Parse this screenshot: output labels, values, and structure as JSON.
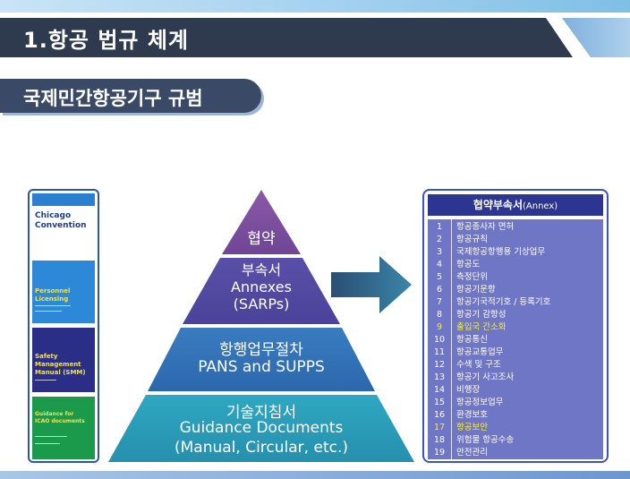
{
  "title": "1.항공 법규 체계",
  "subtitle": "국제민간항공기구 규범",
  "books": [
    {
      "title": "Chicago\nConvention",
      "color": "#2a7fcf",
      "top_color": "#1f66b0"
    },
    {
      "title": "Personnel Licensing",
      "color": "#2e88d8",
      "top_color": "#1f6dc0"
    },
    {
      "title": "Safety Management\nManual (SMM)",
      "color": "#2b2e86",
      "top_color": "#1d2070"
    },
    {
      "title": "Guidance for\nICAO documents",
      "color": "#1a9a4a",
      "top_color": "#137b3a"
    }
  ],
  "pyramid": {
    "level1": "협약",
    "level2_line1": "부속서",
    "level2_line2": "Annexes",
    "level2_line3": "(SARPs)",
    "level3_line1": "항행업무절차",
    "level3_line2": "PANS and SUPPS",
    "level4_line1": "기술지침서",
    "level4_line2": "Guidance Documents",
    "level4_line3": "(Manual, Circular, etc.)"
  },
  "annex": {
    "header_main": "협약부속서",
    "header_sub": "(Annex)",
    "items": [
      {
        "num": "1",
        "name": "항공종사자 면허",
        "highlight": false
      },
      {
        "num": "2",
        "name": "항공규칙",
        "highlight": false
      },
      {
        "num": "3",
        "name": "국제항공항행용 기상업무",
        "highlight": false
      },
      {
        "num": "4",
        "name": "항공도",
        "highlight": false
      },
      {
        "num": "5",
        "name": "측정단위",
        "highlight": false
      },
      {
        "num": "6",
        "name": "항공기운항",
        "highlight": false
      },
      {
        "num": "7",
        "name": "항공기국적기호 / 등록기호",
        "highlight": false
      },
      {
        "num": "8",
        "name": "항공기 감항성",
        "highlight": false
      },
      {
        "num": "9",
        "name": "출입국 간소화",
        "highlight": true
      },
      {
        "num": "10",
        "name": "항공통신",
        "highlight": false
      },
      {
        "num": "11",
        "name": "항공교통업무",
        "highlight": false
      },
      {
        "num": "12",
        "name": "수색 및 구조",
        "highlight": false
      },
      {
        "num": "13",
        "name": "항공기 사고조사",
        "highlight": false
      },
      {
        "num": "14",
        "name": "비행장",
        "highlight": false
      },
      {
        "num": "15",
        "name": "항공정보업무",
        "highlight": false
      },
      {
        "num": "16",
        "name": "환경보호",
        "highlight": false
      },
      {
        "num": "17",
        "name": "항공보안",
        "highlight": true
      },
      {
        "num": "18",
        "name": "위험물 항공수송",
        "highlight": false
      },
      {
        "num": "19",
        "name": "안전관리",
        "highlight": false
      }
    ]
  },
  "colors": {
    "title_bg": "#2e3b4f",
    "pyramid_top": "#7b4f9c",
    "pyramid_2": "#4f4aa0",
    "pyramid_3": "#2f6fb5",
    "pyramid_4": "#2a9bb6",
    "arrow": "#2f5f86",
    "annex_header": "#2d3593",
    "annex_body": "#7076c6",
    "highlight": "#f6ee3a"
  }
}
